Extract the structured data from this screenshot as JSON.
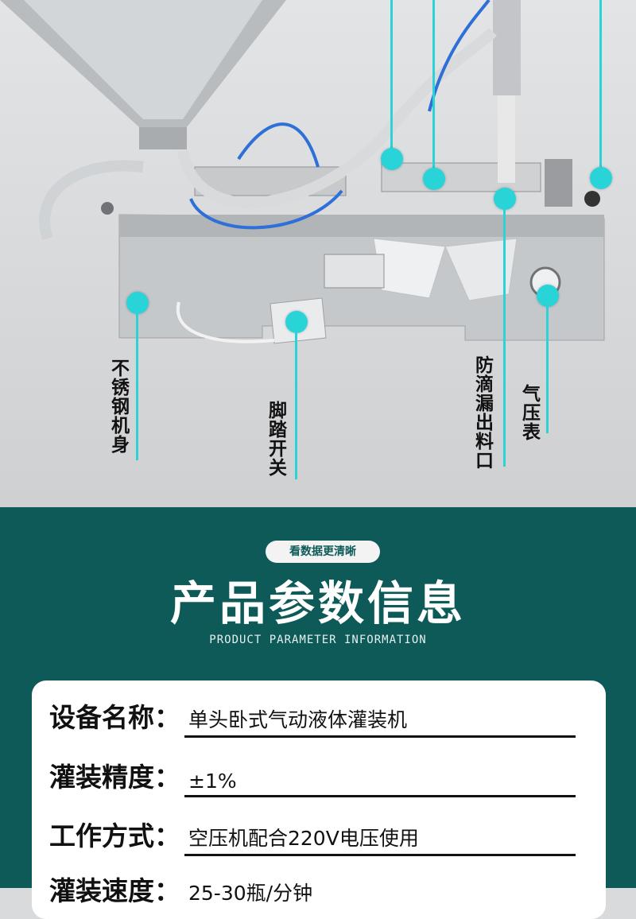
{
  "photo": {
    "callouts": [
      {
        "id": "body",
        "text": "不锈钢机身"
      },
      {
        "id": "pedal",
        "text": "脚踏开关"
      },
      {
        "id": "nozzle",
        "text": "防滴漏出料口"
      },
      {
        "id": "gauge",
        "text": "气压表"
      }
    ]
  },
  "info": {
    "pill": "看数据更清晰",
    "title": "产品参数信息",
    "subtitle": "PRODUCT PARAMETER INFORMATION",
    "rows": [
      {
        "k": "设备名称：",
        "v": "单头卧式气动液体灌装机"
      },
      {
        "k": "灌装精度：",
        "v": "±1%"
      },
      {
        "k": "工作方式：",
        "v": "空压机配合220V电压使用"
      },
      {
        "k": "灌装速度：",
        "v": "25-30瓶/分钟"
      }
    ]
  },
  "colors": {
    "accent": "#2bd3d6",
    "section_bg": "#0e5a58"
  }
}
